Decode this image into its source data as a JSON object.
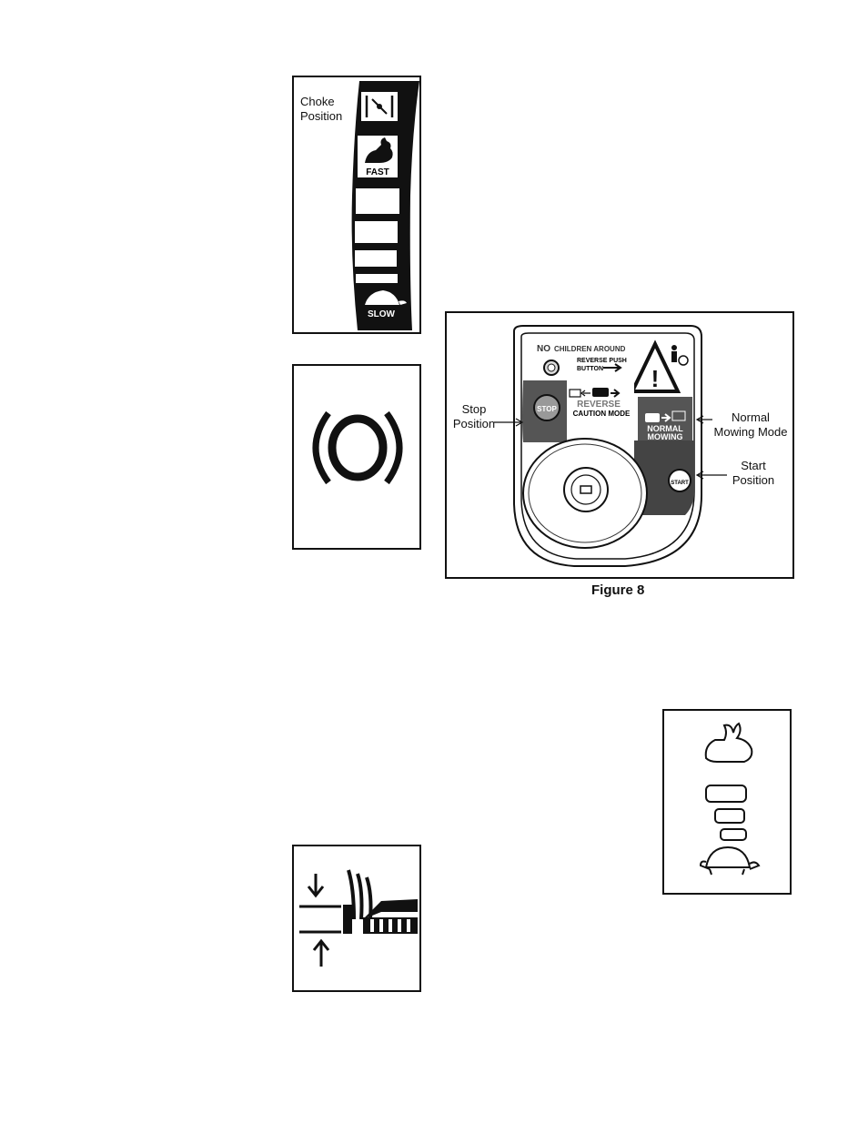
{
  "throttle_decal": {
    "choke_label": "Choke\nPosition",
    "fast": "FAST",
    "slow": "SLOW"
  },
  "ignition_figure": {
    "caption": "Figure 8",
    "callouts": {
      "stop": "Stop\nPosition",
      "normal": "Normal\nMowing Mode",
      "start": "Start\nPosition"
    },
    "panel": {
      "no_children": "NO",
      "children_around": "CHILDREN AROUND",
      "reverse_push_1": "REVERSE PUSH",
      "reverse_push_2": "BUTTON",
      "stop": "STOP",
      "reverse": "REVERSE",
      "caution_mode": "CAUTION MODE",
      "normal_1": "NORMAL",
      "normal_2": "MOWING",
      "start": "START"
    }
  }
}
